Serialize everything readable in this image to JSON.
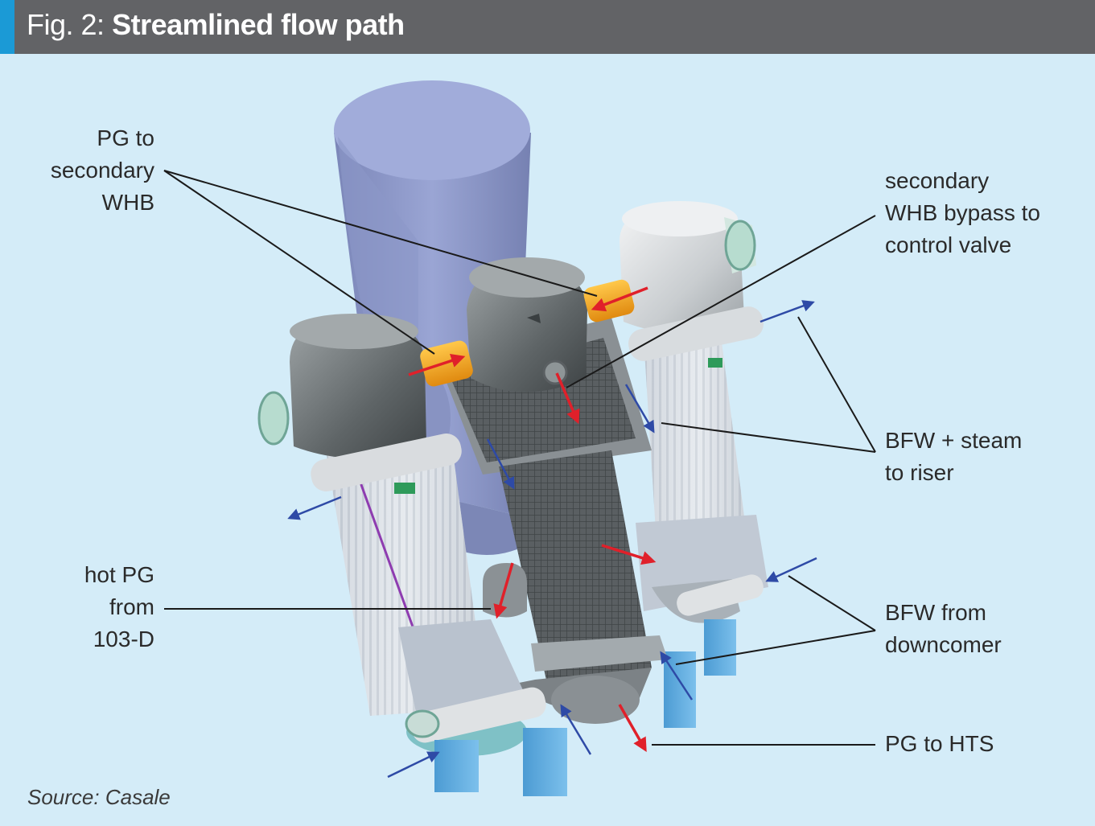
{
  "header": {
    "fig_number": "Fig. 2:",
    "title": "Streamlined flow path",
    "accent_color": "#1b9ad6",
    "bar_color": "#626366"
  },
  "labels": {
    "pg_to_secondary_whb": [
      "PG to",
      "secondary",
      "WHB"
    ],
    "secondary_whb_bypass": [
      "secondary",
      "WHB bypass to",
      "control valve"
    ],
    "bfw_steam_riser": [
      "BFW + steam",
      "to riser"
    ],
    "hot_pg_from": [
      "hot PG",
      "from",
      "103-D"
    ],
    "bfw_from_downcomer": [
      "BFW from",
      "downcomer"
    ],
    "pg_to_hts": [
      "PG to HTS"
    ]
  },
  "source": "Source: Casale",
  "colors": {
    "background": "#d4ecf8",
    "hot_flow_arrow": "#e0202a",
    "water_flow_arrow": "#2e4aa6",
    "leader_line": "#1a1a1a",
    "vessel_dark": "#6f7578",
    "vessel_light": "#dfe2e4",
    "stack": "#8e99c8",
    "nozzle": "#f2a620",
    "support_block": "#5aa8dc"
  }
}
